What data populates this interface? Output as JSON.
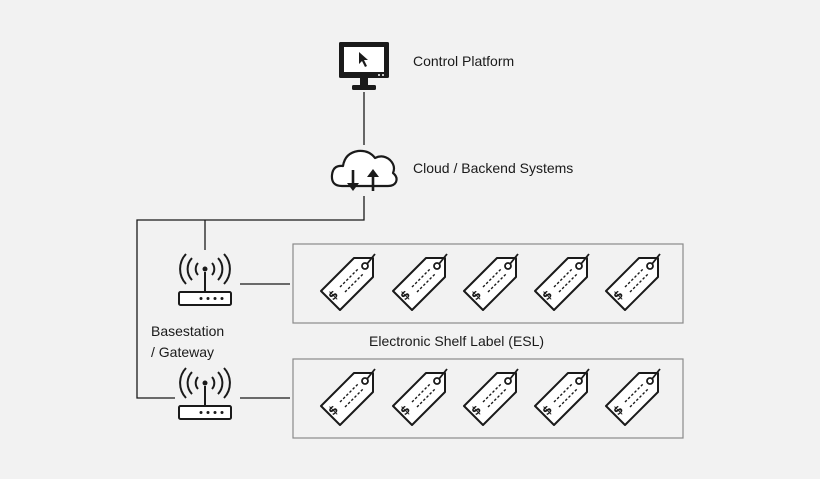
{
  "nodes": {
    "control_platform": "Control Platform",
    "cloud": "Cloud / Backend Systems",
    "basestation_line1": "Basestation",
    "basestation_line2": "/ Gateway",
    "esl": "Electronic Shelf Label (ESL)"
  },
  "icons": {
    "monitor": "monitor-icon",
    "cloud": "cloud-sync-icon",
    "router": "wireless-router-icon",
    "tag": "price-tag-icon"
  },
  "esl_groups": [
    {
      "tags": 5
    },
    {
      "tags": 5
    }
  ],
  "colors": {
    "background": "#f2f2f2",
    "stroke": "#1a1a1a",
    "box_border": "#8a8a8a"
  }
}
